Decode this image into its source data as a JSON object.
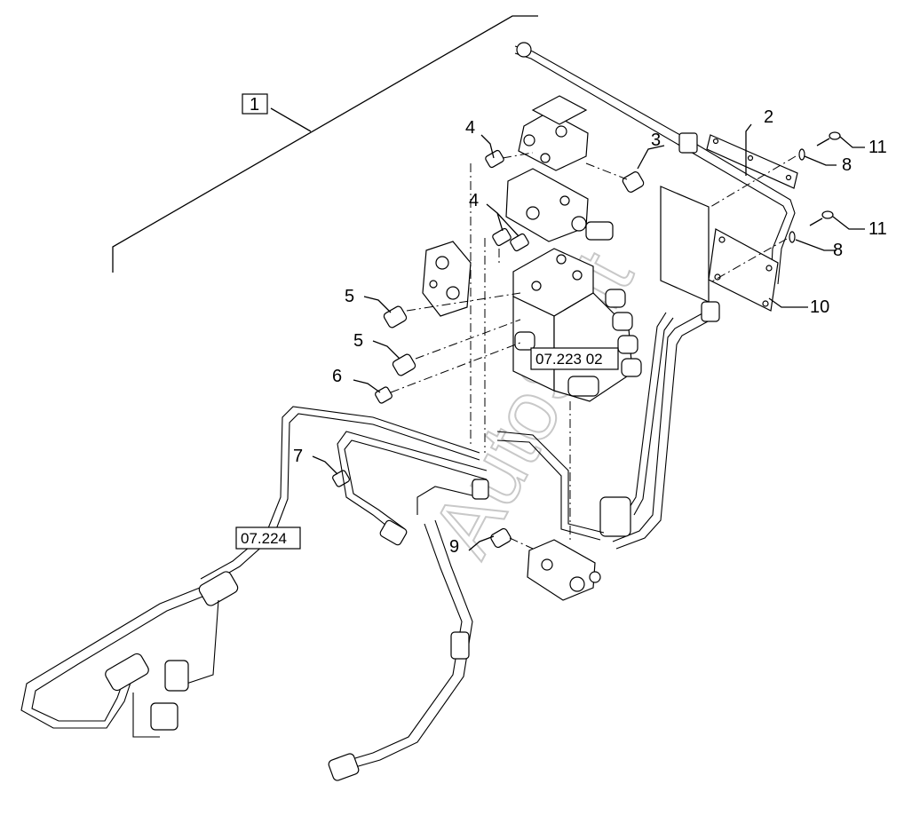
{
  "diagram": {
    "assembly_label": "1",
    "callouts": {
      "c2": "2",
      "c3": "3",
      "c4a": "4",
      "c4b": "4",
      "c5a": "5",
      "c5b": "5",
      "c6": "6",
      "c7": "7",
      "c8a": "8",
      "c8b": "8",
      "c9": "9",
      "c10": "10",
      "c11a": "11",
      "c11b": "11"
    },
    "references": {
      "ref_valve": "07.223 02",
      "ref_hoses": "07.224"
    },
    "watermark": "AutoSoft"
  }
}
